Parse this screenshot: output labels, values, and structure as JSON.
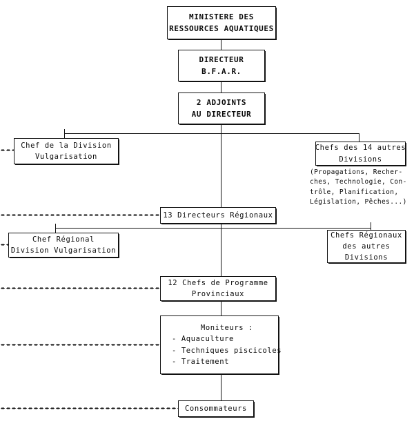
{
  "document": {
    "kind": "organisational-chart",
    "language": "fr"
  },
  "nodes": {
    "ministry": {
      "lines": [
        "MINISTERE DES",
        "RESSOURCES AQUATIQUES"
      ]
    },
    "director": {
      "lines": [
        "DIRECTEUR",
        "B.F.A.R."
      ]
    },
    "deputies": {
      "lines": [
        "2 ADJOINTS",
        "AU DIRECTEUR"
      ]
    },
    "division_chief": {
      "lines": [
        "Chef de la Division",
        "Vulgarisation"
      ]
    },
    "other_chiefs": {
      "lines": [
        "Chefs des 14 autres",
        "Divisions"
      ]
    },
    "other_chiefs_note": "(Propagations, Recher-\nches, Technologie, Con-\ntrôle, Planification,\nLégislation, Pêches...)",
    "regional_directors": {
      "lines": [
        "13 Directeurs Régionaux"
      ]
    },
    "regional_chief": {
      "lines": [
        "Chef Régional",
        "Division Vulgarisation"
      ]
    },
    "regional_other": {
      "lines": [
        "Chefs Régionaux",
        "des autres",
        "Divisions"
      ]
    },
    "programme_chiefs": {
      "lines": [
        "12 Chefs de Programme",
        "Provinciaux"
      ]
    },
    "monitors": {
      "header": "Moniteurs :",
      "items": [
        "- Aquaculture",
        "- Techniques piscicoles",
        "- Traitement"
      ]
    },
    "consumers": {
      "lines": [
        "Consommateurs"
      ]
    }
  },
  "colors": {
    "ink": "#111111",
    "paper": "#ffffff"
  }
}
